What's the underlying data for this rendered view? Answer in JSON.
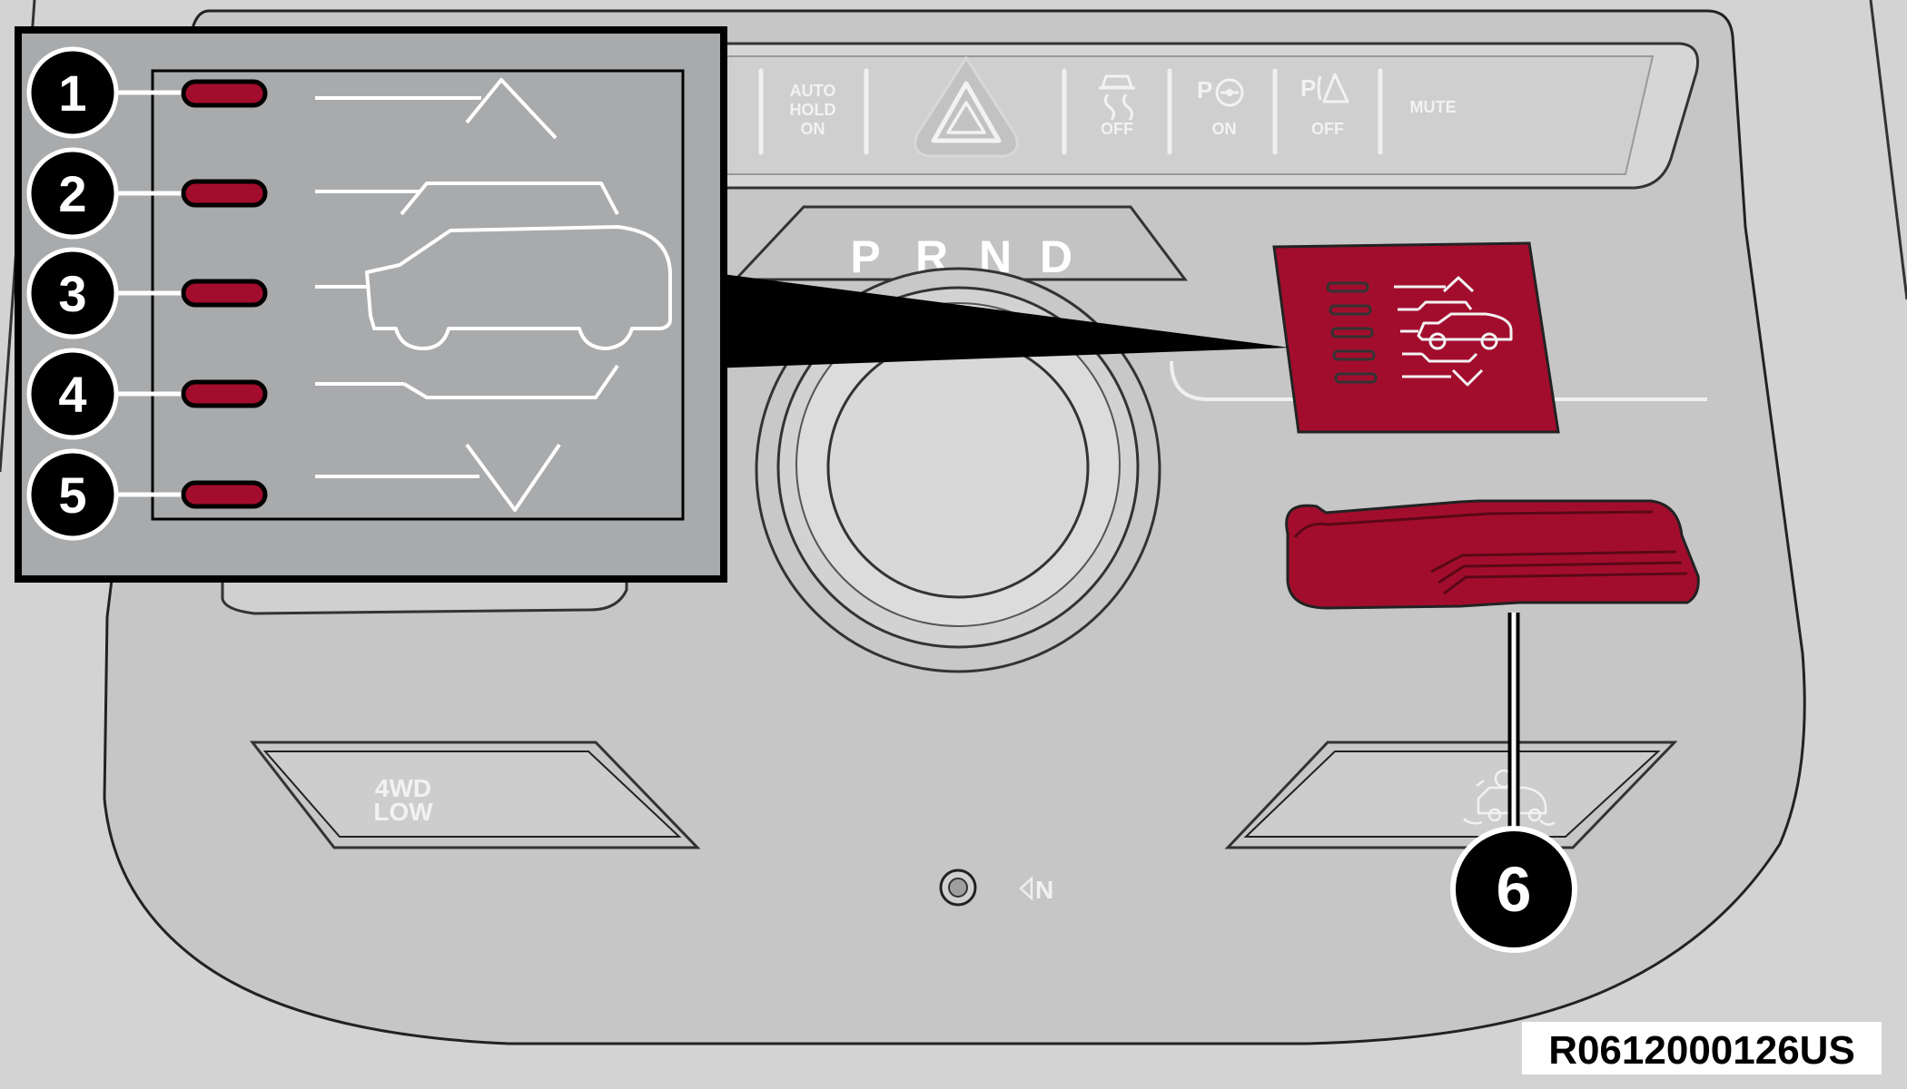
{
  "top_row": {
    "auto_hold": [
      "AUTO",
      "HOLD",
      "ON"
    ],
    "traction_off": "OFF",
    "park_assist_on": "ON",
    "park_sensor_off": "OFF",
    "mute": "MUTE"
  },
  "shifter": {
    "gears": [
      "P",
      "R",
      "N",
      "D"
    ]
  },
  "fourwd_low": [
    "4WD",
    "LOW"
  ],
  "neutral_indicator": "N",
  "callouts": [
    "1",
    "2",
    "3",
    "4",
    "5"
  ],
  "callout_6": "6",
  "reference_code": "R0612000126US",
  "colors": {
    "led_red": "#a30d2d",
    "switch_red": "#a30d2d",
    "panel_gray": "#c7c7c7",
    "inset_gray": "#a9aaac"
  }
}
